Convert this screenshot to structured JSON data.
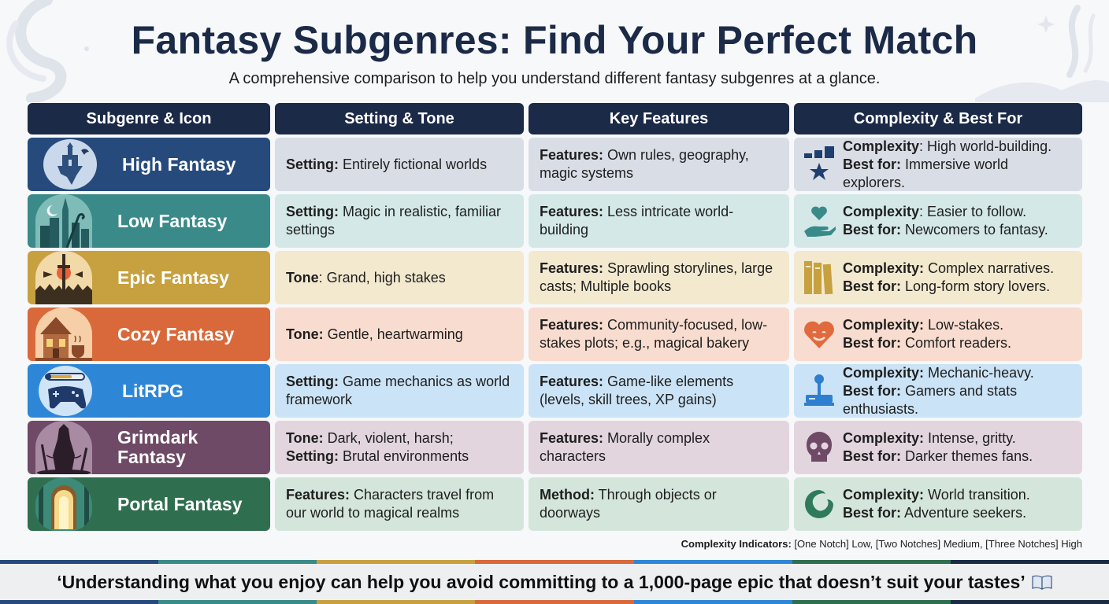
{
  "header": {
    "title": "Fantasy Subgenres: Find Your Perfect Match",
    "subtitle": "A comprehensive comparison to help you understand different fantasy subgenres at a glance."
  },
  "table": {
    "columns": [
      "Subgenre & Icon",
      "Setting & Tone",
      "Key Features",
      "Complexity & Best For"
    ],
    "rows": [
      {
        "name": "High Fantasy",
        "icon": "floating-castle-dragon-icon",
        "color": "#264a7c",
        "tint": "#d9dde6",
        "iconBg": "#c9d8ea",
        "setting_label": "Setting:",
        "setting_text": " Entirely fictional worlds",
        "setting2_label": "",
        "setting2_text": "",
        "features_label": "Features:",
        "features_text": " Own rules, geography, magic systems",
        "complexity_label": "Complexity",
        "complexity_text": ": High world-building.",
        "bestfor_label": "Best for:",
        "bestfor_text": " Immersive world explorers.",
        "cx_icon": "three-notch-star-icon",
        "cx_color": "#1f3f6e"
      },
      {
        "name": "Low Fantasy",
        "icon": "city-moon-staff-icon",
        "color": "#3a8a8a",
        "tint": "#d3e8e7",
        "iconBg": "#7fbcb8",
        "setting_label": "Setting:",
        "setting_text": " Magic in realistic, familiar settings",
        "setting2_label": "",
        "setting2_text": "",
        "features_label": "Features:",
        "features_text": " Less intricate world-building",
        "complexity_label": "Complexity",
        "complexity_text": ": Easier to follow.",
        "bestfor_label": "Best for:",
        "bestfor_text": " Newcomers to fantasy.",
        "cx_icon": "heart-hand-icon",
        "cx_color": "#3a8a8a"
      },
      {
        "name": "Epic Fantasy",
        "icon": "sword-army-banners-icon",
        "color": "#c7a13f",
        "tint": "#f3e9cf",
        "iconBg": "#f2d9a8",
        "setting_label": "Tone",
        "setting_text": ": Grand, high stakes",
        "setting2_label": "",
        "setting2_text": "",
        "features_label": "Features:",
        "features_text": " Sprawling storylines, large casts; Multiple books",
        "complexity_label": "Complexity:",
        "complexity_text": " Complex narratives.",
        "bestfor_label": "Best for:",
        "bestfor_text": " Long-form story lovers.",
        "cx_icon": "book-series-icon",
        "cx_color": "#c7a13f"
      },
      {
        "name": "Cozy Fantasy",
        "icon": "cottage-teacup-icon",
        "color": "#d9693a",
        "tint": "#f8dccf",
        "iconBg": "#f6cfa8",
        "setting_label": "Tone:",
        "setting_text": " Gentle, heartwarming",
        "setting2_label": "",
        "setting2_text": "",
        "features_label": "Features:",
        "features_text": " Community-focused, low-stakes plots; e.g., magical bakery",
        "complexity_label": "Complexity:",
        "complexity_text": " Low-stakes.",
        "bestfor_label": "Best for:",
        "bestfor_text": " Comfort readers.",
        "cx_icon": "smiling-heart-icon",
        "cx_color": "#e06a3e"
      },
      {
        "name": "LitRPG",
        "icon": "game-controller-xp-bar-icon",
        "color": "#2e86d6",
        "tint": "#cbe3f6",
        "iconBg": "#cfe4f6",
        "setting_label": "Setting:",
        "setting_text": " Game mechanics as world framework",
        "setting2_label": "",
        "setting2_text": "",
        "features_label": "Features:",
        "features_text": " Game-like elements (levels, skill trees, XP gains)",
        "complexity_label": "Complexity:",
        "complexity_text": " Mechanic-heavy.",
        "bestfor_label": "Best for:",
        "bestfor_text": " Gamers and stats enthusiasts.",
        "cx_icon": "joystick-icon",
        "cx_color": "#2e7fcf"
      },
      {
        "name": "Grimdark Fantasy",
        "icon": "dark-warrior-swords-icon",
        "color": "#6e4a66",
        "tint": "#e2d5de",
        "iconBg": "#a88aa2",
        "setting_label": "Tone:",
        "setting_text": " Dark, violent, harsh;",
        "setting2_label": "Setting:",
        "setting2_text": " Brutal environments",
        "features_label": "Features:",
        "features_text": " Morally complex characters",
        "complexity_label": "Complexity:",
        "complexity_text": " Intense, gritty.",
        "bestfor_label": "Best for:",
        "bestfor_text": " Darker themes fans.",
        "cx_icon": "skull-icon",
        "cx_color": "#6e4a66"
      },
      {
        "name": "Portal Fantasy",
        "icon": "glowing-forest-door-icon",
        "color": "#2f6e4f",
        "tint": "#d4e6dc",
        "iconBg": "#3e8a78",
        "setting_label": "Features:",
        "setting_text": " Characters travel from our world to magical realms",
        "setting2_label": "",
        "setting2_text": "",
        "features_label": "Method:",
        "features_text": " Through objects or doorways",
        "complexity_label": "Complexity:",
        "complexity_text": " World transition.",
        "bestfor_label": "Best for:",
        "bestfor_text": " Adventure seekers.",
        "cx_icon": "swirl-portal-icon",
        "cx_color": "#2f7a5a"
      }
    ]
  },
  "legend": {
    "label": "Complexity Indicators:",
    "text": " [One Notch] Low, [Two Notches] Medium, [Three Notches] High"
  },
  "footer": {
    "quote": "‘Understanding what you enjoy can help you avoid committing to a 1,000-page epic that doesn’t suit your tastes’",
    "icon": "open-book-icon",
    "stripe_colors": [
      "#264a7c",
      "#3a8a8a",
      "#c7a13f",
      "#d9693a",
      "#2e86d6",
      "#2f6e4f",
      "#1b2a47"
    ]
  }
}
